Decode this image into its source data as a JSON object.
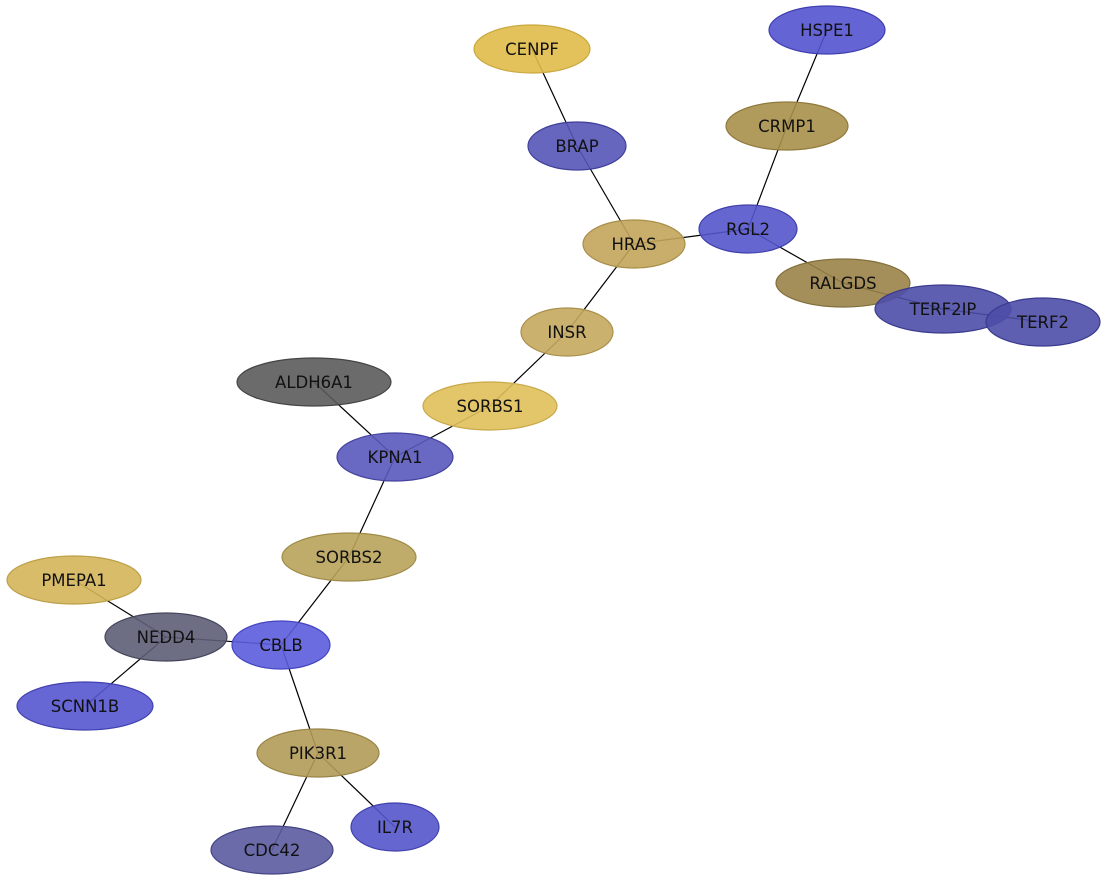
{
  "nodes": [
    {
      "id": "CENPF",
      "label": "CENPF",
      "color": "#e0bb4a",
      "stroke": "#caa83e"
    },
    {
      "id": "HSPE1",
      "label": "HSPE1",
      "color": "#5453cf",
      "stroke": "#3f3eb0"
    },
    {
      "id": "BRAP",
      "label": "BRAP",
      "color": "#5555b8",
      "stroke": "#40409a"
    },
    {
      "id": "CRMP1",
      "label": "CRMP1",
      "color": "#a8904a",
      "stroke": "#8f7a3c"
    },
    {
      "id": "HRAS",
      "label": "HRAS",
      "color": "#c2a55a",
      "stroke": "#a88e48"
    },
    {
      "id": "RGL2",
      "label": "RGL2",
      "color": "#5555cc",
      "stroke": "#4040ad"
    },
    {
      "id": "RALGDS",
      "label": "RALGDS",
      "color": "#9a8248",
      "stroke": "#82703c"
    },
    {
      "id": "TERF2IP",
      "label": "TERF2IP",
      "color": "#4e4ea8",
      "stroke": "#3a3a8e"
    },
    {
      "id": "TERF2",
      "label": "TERF2",
      "color": "#4e4ea8",
      "stroke": "#3a3a8e"
    },
    {
      "id": "INSR",
      "label": "INSR",
      "color": "#c4a85d",
      "stroke": "#aa904c"
    },
    {
      "id": "ALDH6A1",
      "label": "ALDH6A1",
      "color": "#5b5b5b",
      "stroke": "#444444"
    },
    {
      "id": "SORBS1",
      "label": "SORBS1",
      "color": "#e0bf5a",
      "stroke": "#c8a848"
    },
    {
      "id": "KPNA1",
      "label": "KPNA1",
      "color": "#5959bd",
      "stroke": "#43439f"
    },
    {
      "id": "SORBS2",
      "label": "SORBS2",
      "color": "#b9a35a",
      "stroke": "#9f8b48"
    },
    {
      "id": "PMEPA1",
      "label": "PMEPA1",
      "color": "#d4b55a",
      "stroke": "#bba048"
    },
    {
      "id": "NEDD4",
      "label": "NEDD4",
      "color": "#5d5d75",
      "stroke": "#45455b"
    },
    {
      "id": "CBLB",
      "label": "CBLB",
      "color": "#5c5cde",
      "stroke": "#4444c0"
    },
    {
      "id": "SCNN1B",
      "label": "SCNN1B",
      "color": "#5555cf",
      "stroke": "#4040b0"
    },
    {
      "id": "PIK3R1",
      "label": "PIK3R1",
      "color": "#b29b58",
      "stroke": "#998446"
    },
    {
      "id": "CDC42",
      "label": "CDC42",
      "color": "#5b5ba0",
      "stroke": "#444486"
    },
    {
      "id": "IL7R",
      "label": "IL7R",
      "color": "#5555cc",
      "stroke": "#4040ad"
    }
  ],
  "edges": [
    [
      "CENPF",
      "BRAP"
    ],
    [
      "HSPE1",
      "CRMP1"
    ],
    [
      "BRAP",
      "HRAS"
    ],
    [
      "CRMP1",
      "RGL2"
    ],
    [
      "HRAS",
      "RGL2"
    ],
    [
      "RGL2",
      "RALGDS"
    ],
    [
      "RALGDS",
      "TERF2IP"
    ],
    [
      "TERF2IP",
      "TERF2"
    ],
    [
      "HRAS",
      "INSR"
    ],
    [
      "INSR",
      "SORBS1"
    ],
    [
      "SORBS1",
      "KPNA1"
    ],
    [
      "ALDH6A1",
      "KPNA1"
    ],
    [
      "KPNA1",
      "SORBS2"
    ],
    [
      "SORBS2",
      "CBLB"
    ],
    [
      "PMEPA1",
      "NEDD4"
    ],
    [
      "NEDD4",
      "CBLB"
    ],
    [
      "NEDD4",
      "SCNN1B"
    ],
    [
      "CBLB",
      "PIK3R1"
    ],
    [
      "PIK3R1",
      "CDC42"
    ],
    [
      "PIK3R1",
      "IL7R"
    ]
  ]
}
